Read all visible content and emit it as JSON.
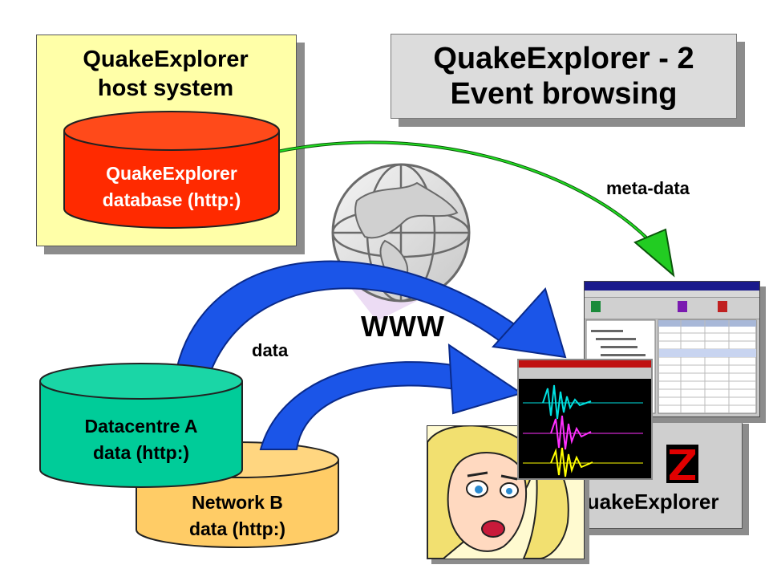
{
  "title": {
    "line1": "QuakeExplorer - 2",
    "line2": "Event browsing"
  },
  "host": {
    "line1": "QuakeExplorer",
    "line2": "host system"
  },
  "qe_database": {
    "line1": "QuakeExplorer",
    "line2": "database (http:)"
  },
  "datacentre_a": {
    "line1": "Datacentre A",
    "line2": "data (http:)"
  },
  "network_b": {
    "line1": "Network B",
    "line2": "data (http:)"
  },
  "labels": {
    "meta_data": "meta-data",
    "data": "data",
    "www": "WWW",
    "quakeexplorer": "QuakeExplorer"
  },
  "colors": {
    "host_box": "#ffffa8",
    "qe_database": "#ff2a00",
    "datacentre_a": "#00cc99",
    "network_b": "#ffcc66",
    "data_arrow": "#1b55e8",
    "meta_arrow": "#11cc11",
    "title_box": "#dcdcdc"
  }
}
